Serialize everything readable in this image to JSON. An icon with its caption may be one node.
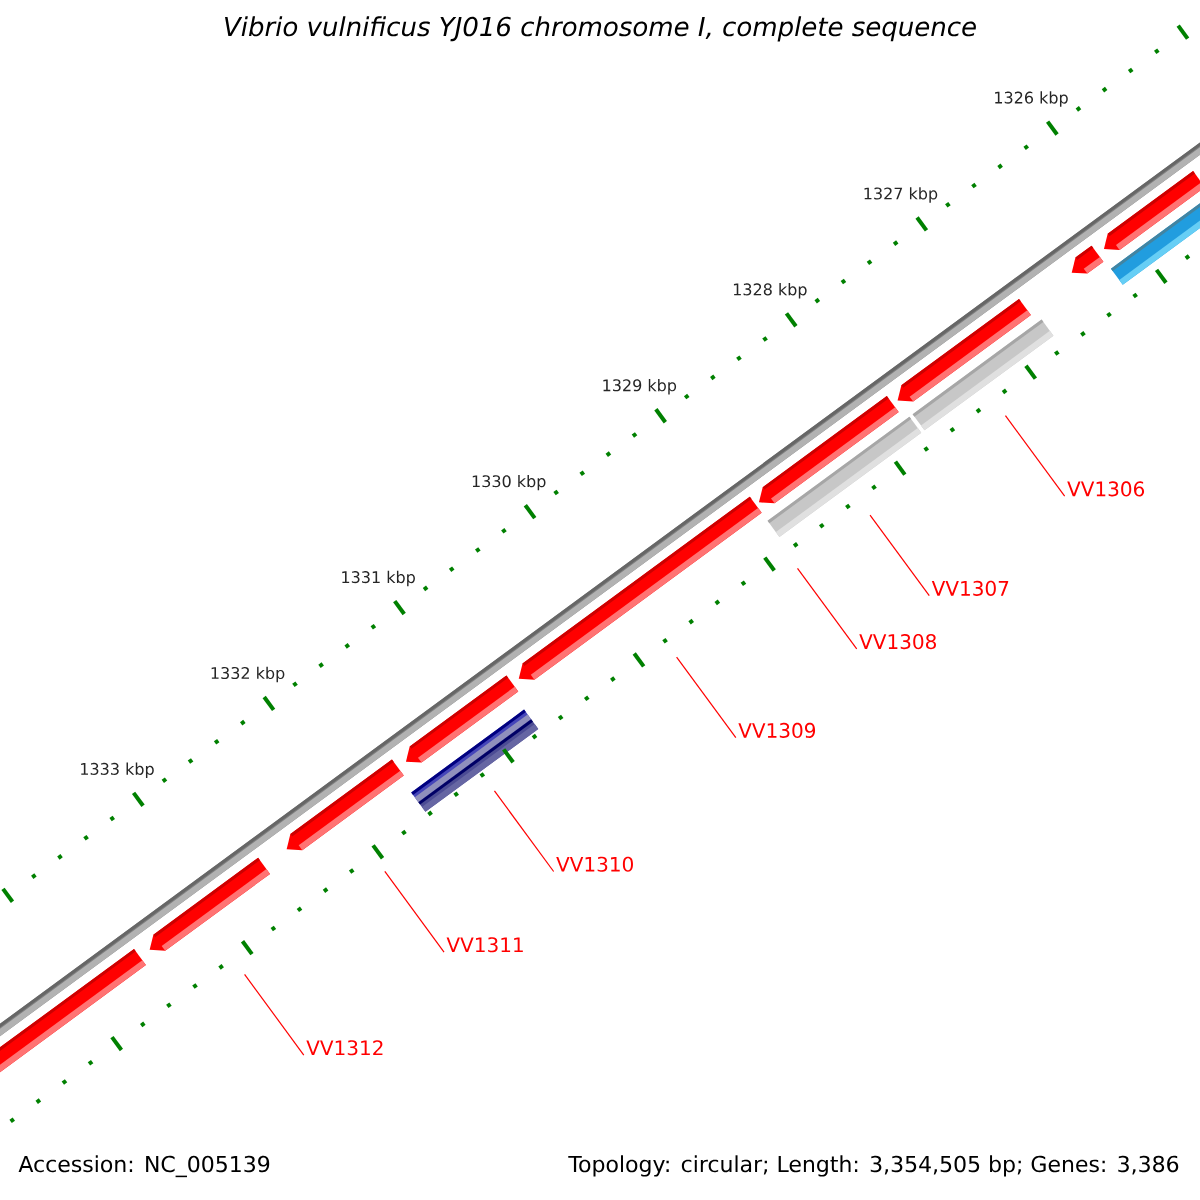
{
  "diagram": {
    "title": "Vibrio vulnificus YJ016 chromosome I, complete sequence",
    "nodes": [
      {
        "text": [
          "VV1306"
        ]
      },
      {
        "text": [
          "VV1307"
        ]
      },
      {
        "text": [
          "VV1308"
        ]
      },
      {
        "text": [
          "VV1309"
        ]
      },
      {
        "text": [
          "VV1310"
        ]
      },
      {
        "text": [
          "VV1311"
        ]
      },
      {
        "text": [
          "VV1312"
        ]
      }
    ],
    "edges": [
      {
        "from": 0,
        "to": null,
        "arrow": "none"
      },
      {
        "from": 1,
        "to": null,
        "arrow": "none"
      },
      {
        "from": 2,
        "to": null,
        "arrow": "none"
      },
      {
        "from": 3,
        "to": null,
        "arrow": "none"
      },
      {
        "from": 4,
        "to": null,
        "arrow": "none"
      },
      {
        "from": 5,
        "to": null,
        "arrow": "none"
      },
      {
        "from": 6,
        "to": null,
        "arrow": "none"
      }
    ],
    "labels": [
      "1326 kbp",
      "1327 kbp",
      "1328 kbp",
      "1329 kbp",
      "1330 kbp",
      "1331 kbp",
      "1332 kbp",
      "1333 kbp",
      "Accession: NC_005139",
      "Topology: circular; Length: 3,354,505 bp; Genes: 3,386"
    ]
  }
}
